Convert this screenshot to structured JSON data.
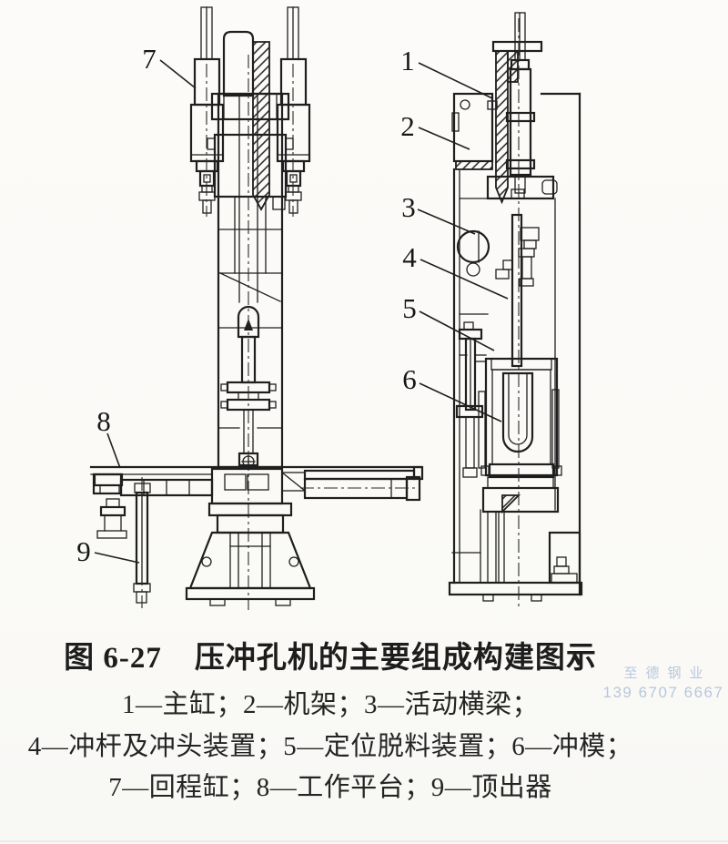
{
  "page": {
    "background_color": "#fbfaf7",
    "line_color": "#1f1f1f"
  },
  "figure": {
    "callouts": {
      "c1": "1",
      "c2": "2",
      "c3": "3",
      "c4": "4",
      "c5": "5",
      "c6": "6",
      "c7": "7",
      "c8": "8",
      "c9": "9"
    },
    "caption": {
      "number": "图 6-27",
      "title": "压冲孔机的主要组成构建图示"
    },
    "legend": {
      "lines": [
        "1—主缸；2—机架；3—活动横梁；",
        "4—冲杆及冲头装置；5—定位脱料装置；6—冲模；",
        "7—回程缸；8—工作平台；9—顶出器"
      ],
      "items": [
        {
          "num": "1",
          "label": "主缸"
        },
        {
          "num": "2",
          "label": "机架"
        },
        {
          "num": "3",
          "label": "活动横梁"
        },
        {
          "num": "4",
          "label": "冲杆及冲头装置"
        },
        {
          "num": "5",
          "label": "定位脱料装置"
        },
        {
          "num": "6",
          "label": "冲模"
        },
        {
          "num": "7",
          "label": "回程缸"
        },
        {
          "num": "8",
          "label": "工作平台"
        },
        {
          "num": "9",
          "label": "顶出器"
        }
      ]
    },
    "watermark": {
      "company": "至德钢业",
      "phone": "139 6707 6667",
      "color": "#b9c7dd"
    }
  }
}
